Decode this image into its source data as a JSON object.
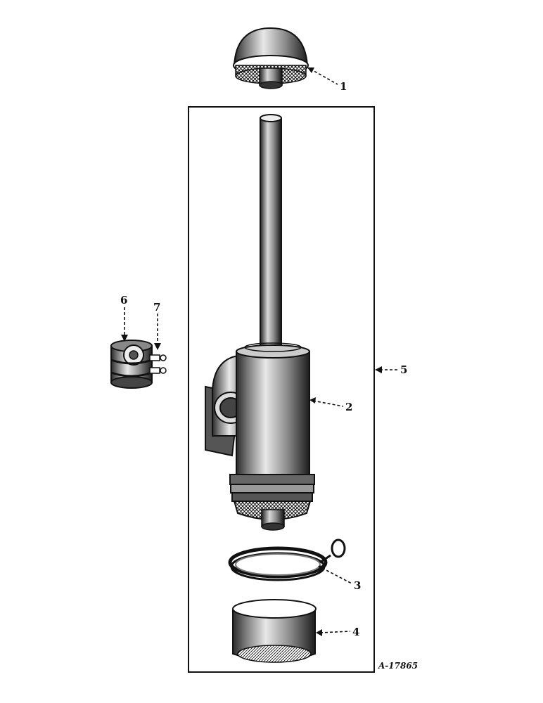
{
  "callouts": {
    "c1": "1",
    "c2": "2",
    "c3": "3",
    "c4": "4",
    "c5": "5",
    "c6": "6",
    "c7": "7"
  },
  "figure_id": "A-17865"
}
